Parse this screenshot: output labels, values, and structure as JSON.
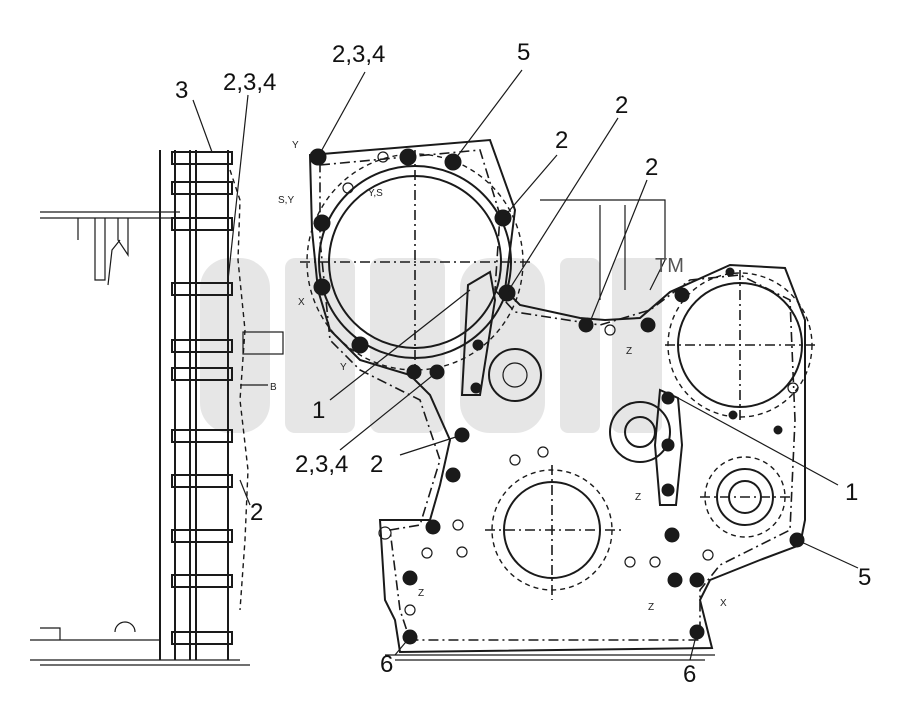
{
  "callouts": {
    "c_234_top": "2,3,4",
    "c_5_top": "5",
    "c_3_left": "3",
    "c_234_left": "2,3,4",
    "c_2_a": "2",
    "c_2_b": "2",
    "c_2_c": "2",
    "c_1_mid": "1",
    "c_234_bottom": "2,3,4",
    "c_2_bottom": "2",
    "c_2_left": "2",
    "c_1_right": "1",
    "c_5_right": "5",
    "c_6_left": "6",
    "c_6_right": "6"
  },
  "small_labels": {
    "view_b": "B",
    "tm": "TM",
    "y_top": "Y",
    "sy": "S,Y",
    "ys": "Y,S",
    "x_left": "X",
    "y_low": "Y",
    "z_mid": "Z",
    "z_left": "Z",
    "z_low": "Z",
    "x_low": "X",
    "z_right": "Z"
  },
  "colors": {
    "ink": "#1a1a1a",
    "paper": "#ffffff",
    "watermark": "#c8c8c8"
  }
}
